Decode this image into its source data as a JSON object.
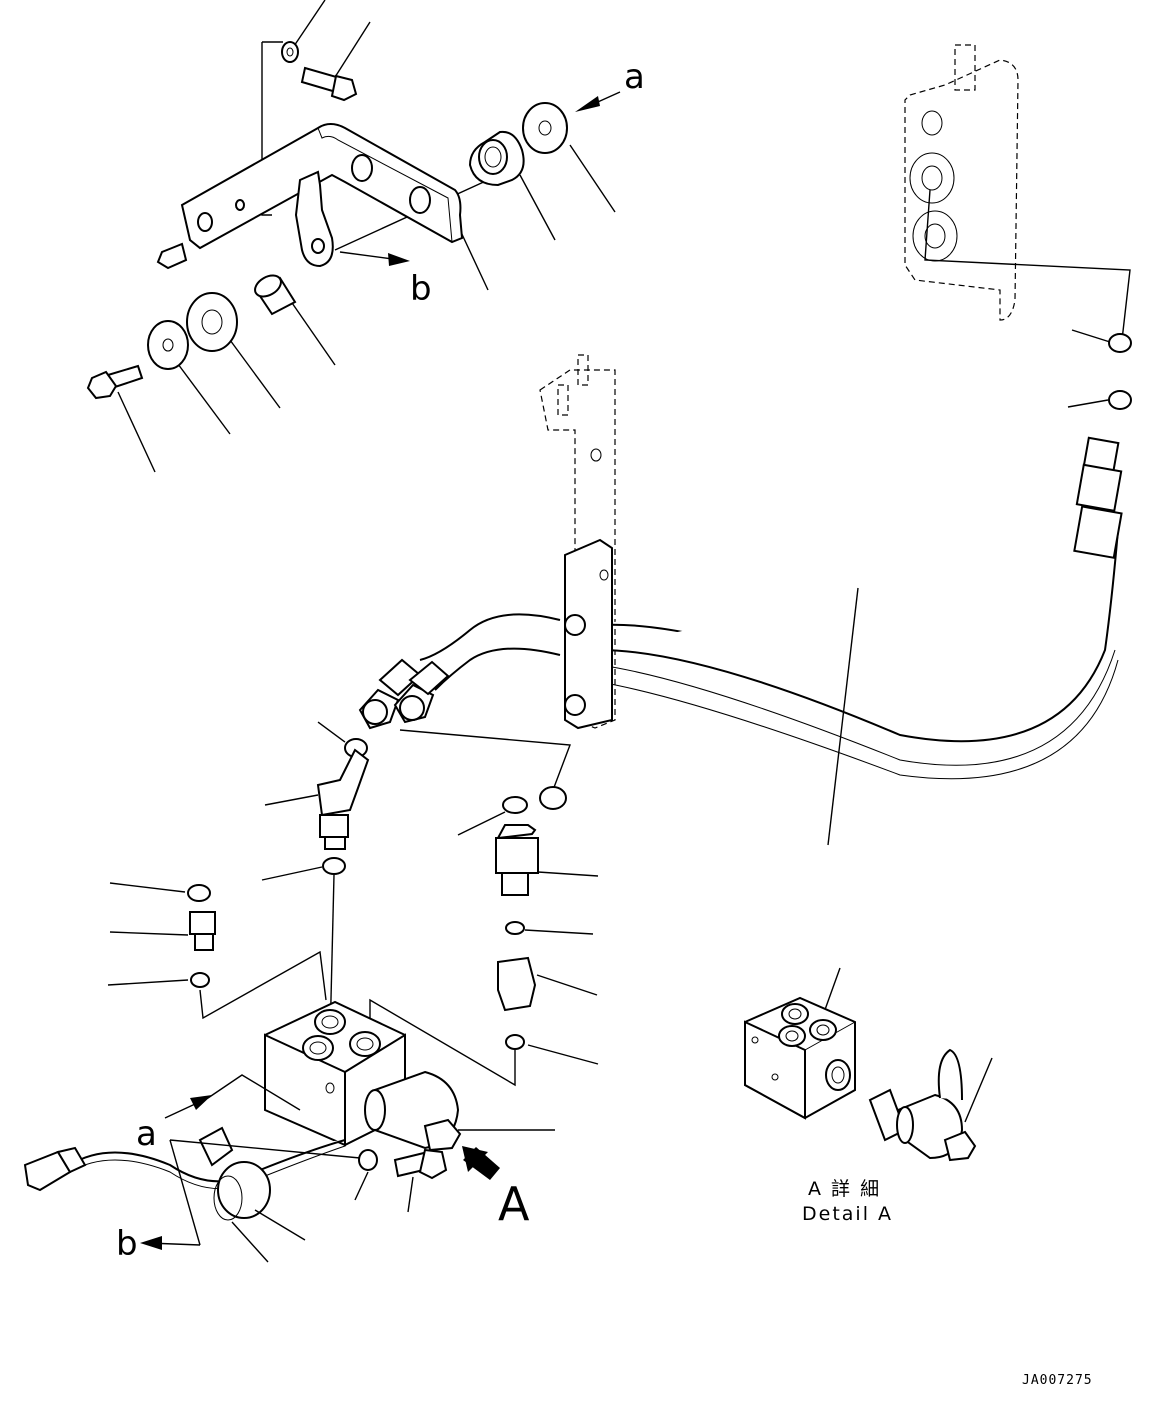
{
  "callouts": {
    "a_top": "a",
    "b_top": "b",
    "a_left": "a",
    "b_left": "b",
    "view_A": "A"
  },
  "detail": {
    "label_jp": "A 詳 細",
    "label_en": "Detail A"
  },
  "drawing_code": "JA007275"
}
